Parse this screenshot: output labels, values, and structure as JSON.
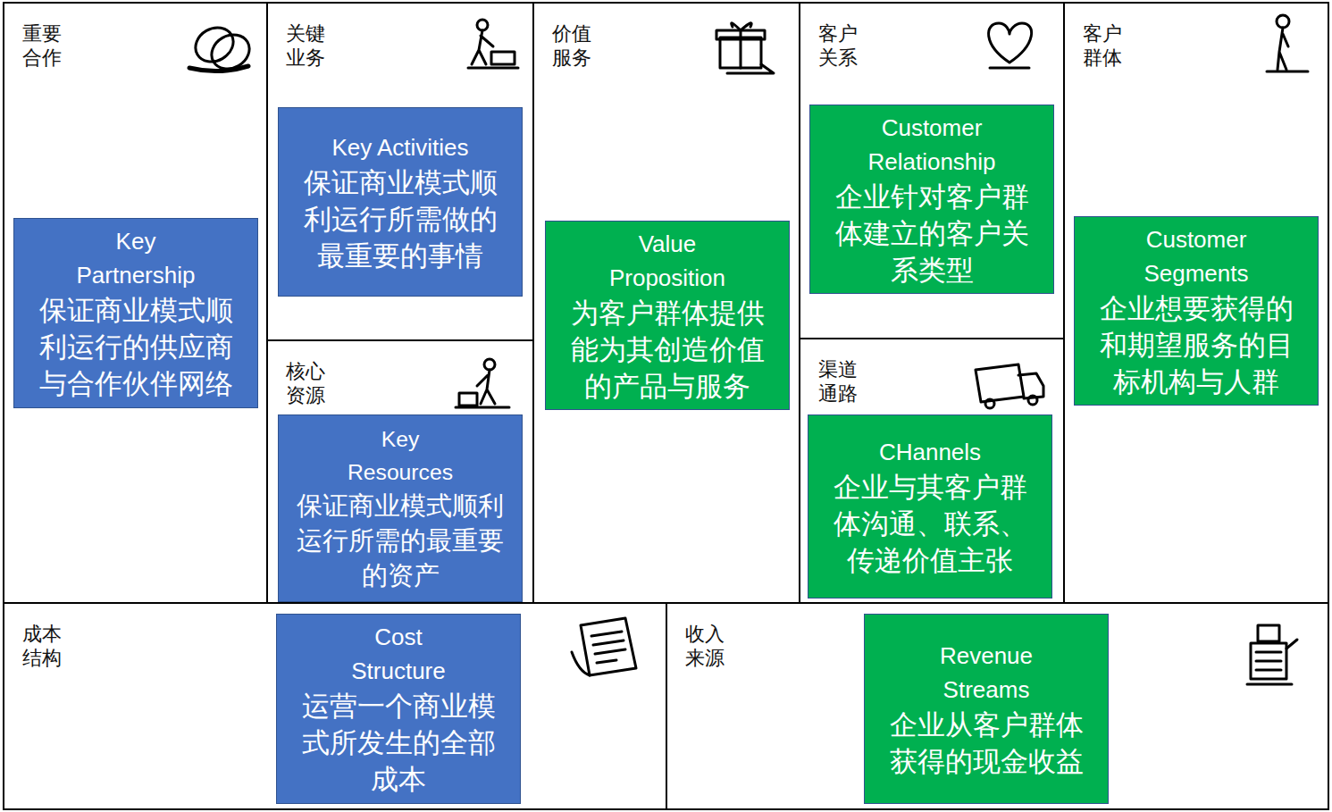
{
  "diagram": {
    "nodes": [
      {
        "text": [
          "重要 合作"
        ]
      },
      {
        "text": [
          "Key Partnership",
          "保证商业模式顺利运行的供应商与合作伙伴网络"
        ],
        "in": 0
      },
      {
        "text": [
          "关键 业务"
        ]
      },
      {
        "text": [
          "Key Activities",
          "保证商业模式顺利运行所需做的最重要的事情"
        ],
        "in": 2
      },
      {
        "text": [
          "价值 服务"
        ]
      },
      {
        "text": [
          "Value Proposition",
          "为客户群体提供能为其创造价值的产品与服务"
        ],
        "in": 4
      },
      {
        "text": [
          "客户 关系"
        ]
      },
      {
        "text": [
          "Customer Relationship",
          "企业针对客户群体建立的客户关系类型"
        ],
        "in": 6
      },
      {
        "text": [
          "客户 群体"
        ]
      },
      {
        "text": [
          "Customer Segments",
          "企业想要获得的和期望服务的目标机构与人群"
        ],
        "in": 8
      },
      {
        "text": [
          "核心 资源"
        ]
      },
      {
        "text": [
          "Key Resources",
          "保证商业模式顺利运行所需的最重要的资产"
        ],
        "in": 10
      },
      {
        "text": [
          "渠道 通路"
        ]
      },
      {
        "text": [
          "CHannels",
          "企业与其客户群体沟通、联系、传递价值主张"
        ],
        "in": 12
      },
      {
        "text": [
          "成本 结构"
        ]
      },
      {
        "text": [
          "Cost Structure",
          "运营一个商业模式所发生的全部成本"
        ],
        "in": 14
      },
      {
        "text": [
          "收入 来源"
        ]
      },
      {
        "text": [
          "Revenue Streams",
          "企业从客户群体获得的现金收益"
        ],
        "in": 16
      }
    ]
  }
}
